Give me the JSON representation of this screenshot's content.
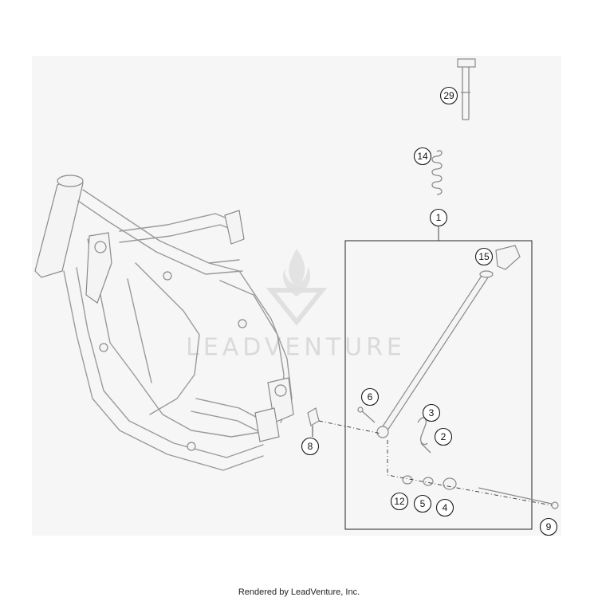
{
  "diagram": {
    "callouts": [
      {
        "id": "callout-1",
        "label": "1"
      },
      {
        "id": "callout-2",
        "label": "2"
      },
      {
        "id": "callout-3",
        "label": "3"
      },
      {
        "id": "callout-4",
        "label": "4"
      },
      {
        "id": "callout-5",
        "label": "5"
      },
      {
        "id": "callout-6",
        "label": "6"
      },
      {
        "id": "callout-8",
        "label": "8"
      },
      {
        "id": "callout-9",
        "label": "9"
      },
      {
        "id": "callout-12",
        "label": "12"
      },
      {
        "id": "callout-14",
        "label": "14"
      },
      {
        "id": "callout-15",
        "label": "15"
      },
      {
        "id": "callout-29",
        "label": "29"
      }
    ],
    "watermark": "LEADVENTURE"
  },
  "footer": {
    "text": "Rendered by LeadVenture, Inc."
  }
}
